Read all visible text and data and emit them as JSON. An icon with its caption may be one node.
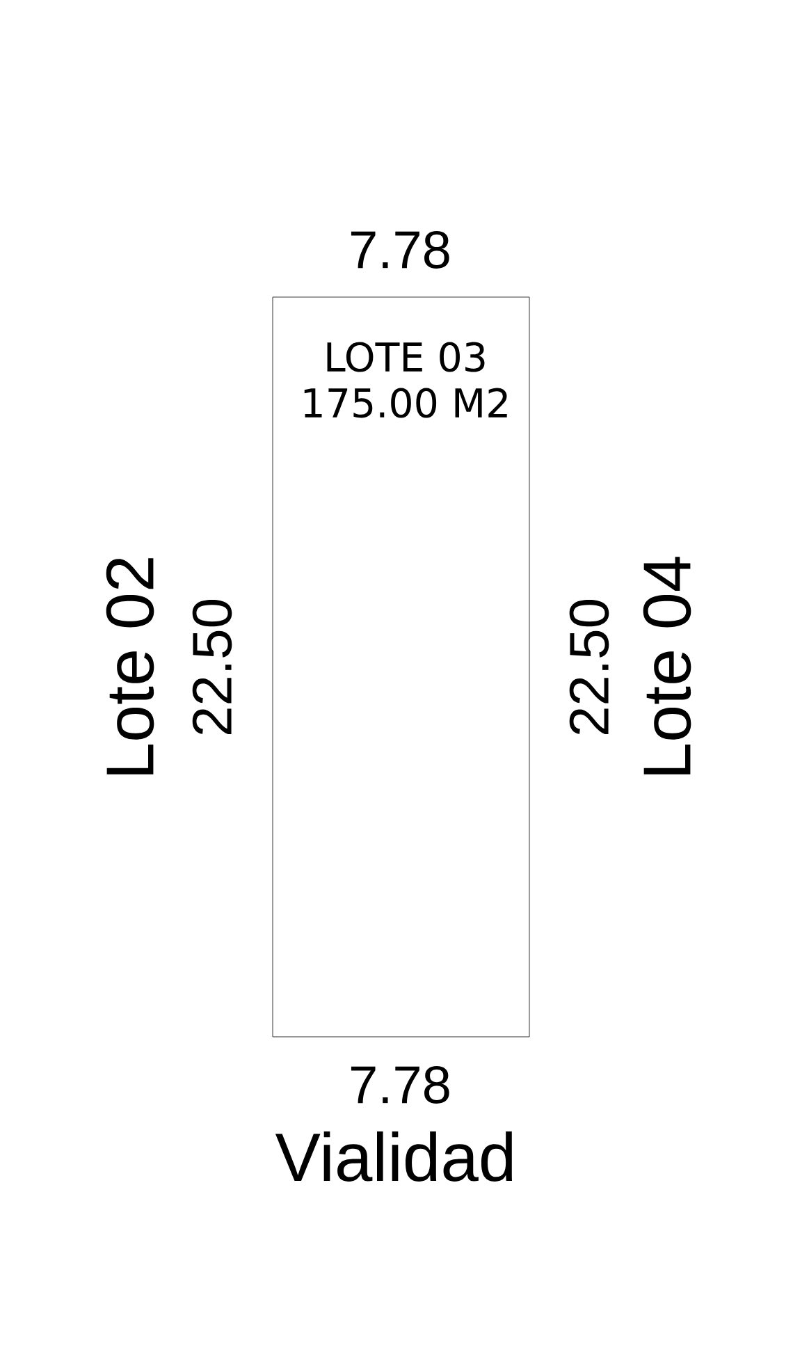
{
  "diagram": {
    "nodes": [
      {
        "text": [
          "LOTE 03",
          "175.00 M2"
        ]
      }
    ],
    "labels": [
      "7.78",
      "Lote 02",
      "22.50",
      "22.50",
      "Lote 04",
      "7.78",
      "Vialidad"
    ]
  }
}
